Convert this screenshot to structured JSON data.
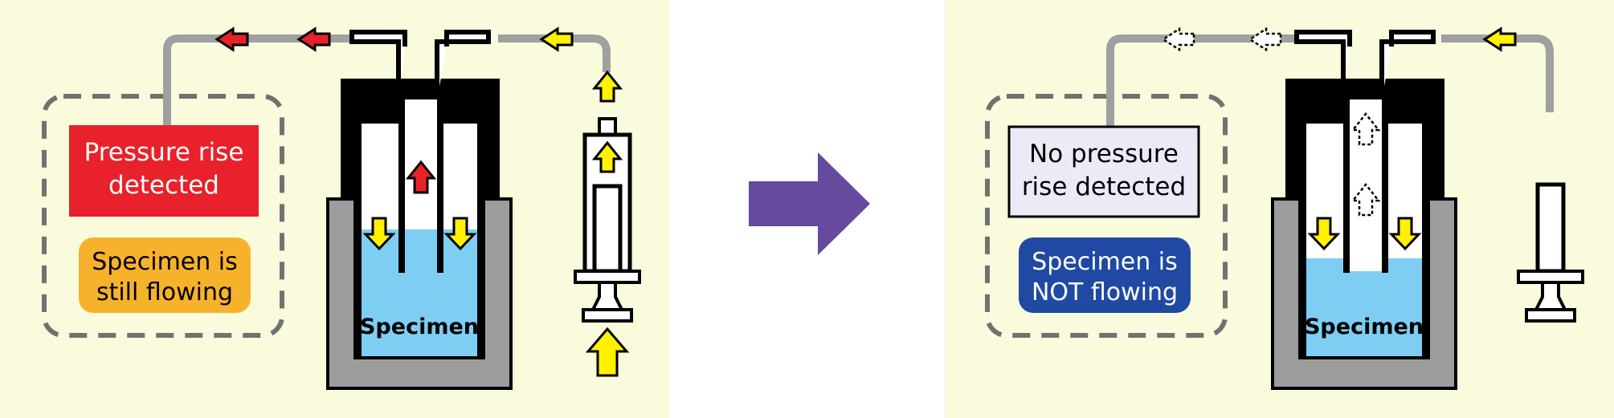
{
  "left_panel": {
    "status_box": {
      "line1": "Pressure rise",
      "line2": "detected"
    },
    "flow_box": {
      "line1": "Specimen is",
      "line2": "still flowing"
    },
    "specimen_label": "Specimen"
  },
  "right_panel": {
    "status_box": {
      "line1": "No pressure",
      "line2": "rise detected"
    },
    "flow_box": {
      "line1": "Specimen is",
      "line2": "NOT flowing"
    },
    "specimen_label": "Specimen"
  },
  "colors": {
    "panel_bg": "#fafadc",
    "alert_red": "#e8212a",
    "flowing_orange": "#f7b22c",
    "not_flowing_blue": "#1f49a2",
    "neutral_box": "#ebebf6",
    "transition_arrow": "#654a9e",
    "flow_arrow_yellow": "#fff100",
    "specimen_blue": "#7ecef4",
    "tube_gray": "#a0a0a0",
    "housing_gray": "#9d9d9d"
  }
}
